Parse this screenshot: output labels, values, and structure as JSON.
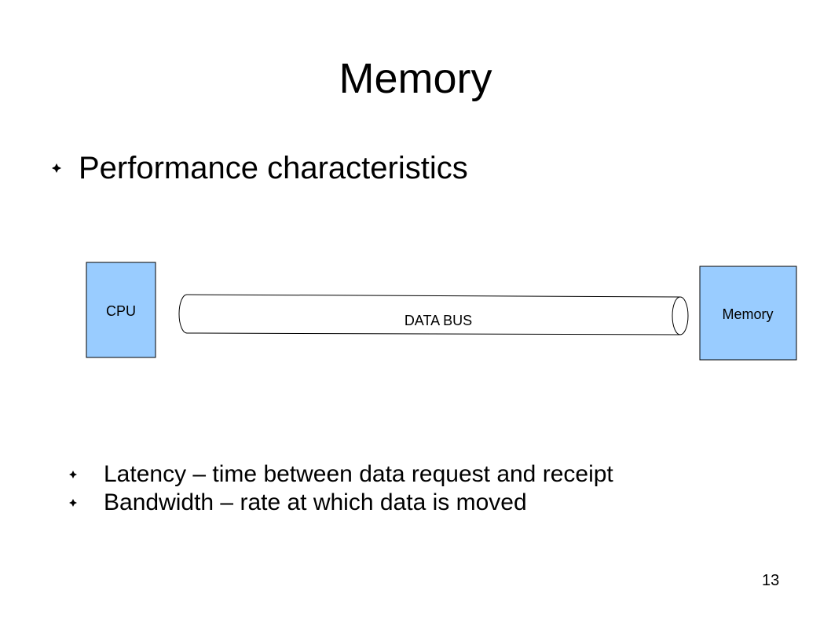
{
  "slide": {
    "title": "Memory",
    "main_bullet": "Performance characteristics",
    "sub_bullets": [
      "Latency – time between data request and receipt",
      "Bandwidth – rate at which data is moved"
    ],
    "page_number": "13"
  },
  "diagram": {
    "cpu_label": "CPU",
    "bus_label": "DATA BUS",
    "memory_label": "Memory",
    "box_fill": "#99ccff",
    "stroke": "#000000"
  },
  "icons": {
    "bullet": "diamond-bullet-icon"
  }
}
